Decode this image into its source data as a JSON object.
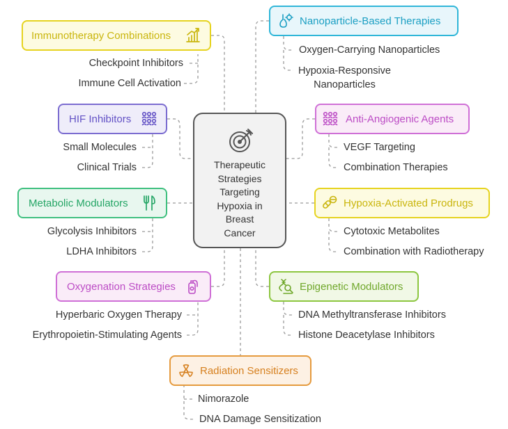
{
  "center": {
    "title_lines": [
      "Therapeutic",
      "Strategies",
      "Targeting",
      "Hypoxia in",
      "Breast",
      "Cancer"
    ],
    "icon": "target-arrow-icon"
  },
  "categories": {
    "immunotherapy": {
      "label": "Immunotherapy Combinations",
      "icon": "bar-chart-up-icon",
      "color": "#e6d31f",
      "items": [
        "Checkpoint Inhibitors",
        "Immune Cell Activation"
      ]
    },
    "hif": {
      "label": "HIF Inhibitors",
      "icon": "people-group-icon",
      "color": "#7b6cd0",
      "items": [
        "Small Molecules",
        "Clinical Trials"
      ]
    },
    "metabolic": {
      "label": "Metabolic Modulators",
      "icon": "fork-knife-icon",
      "color": "#3fc07f",
      "items": [
        "Glycolysis Inhibitors",
        "LDHA Inhibitors"
      ]
    },
    "oxygenation": {
      "label": "Oxygenation Strategies",
      "icon": "oxygen-tank-icon",
      "color": "#cf6fd6",
      "items": [
        "Hyperbaric Oxygen Therapy",
        "Erythropoietin-Stimulating Agents"
      ]
    },
    "radiation": {
      "label": "Radiation Sensitizers",
      "icon": "radiation-icon",
      "color": "#e59a3d",
      "items": [
        "Nimorazole",
        "DNA Damage Sensitization"
      ]
    },
    "nanoparticle": {
      "label": "Nanoparticle-Based Therapies",
      "icon": "atom-flask-icon",
      "color": "#2fb6d8",
      "items": [
        "Oxygen-Carrying Nanoparticles",
        "Hypoxia-Responsive",
        "Nanoparticles"
      ]
    },
    "antiangio": {
      "label": "Anti-Angiogenic Agents",
      "icon": "people-group-icon",
      "color": "#cf6fd6",
      "items": [
        "VEGF Targeting",
        "Combination Therapies"
      ]
    },
    "prodrugs": {
      "label": "Hypoxia-Activated Prodrugs",
      "icon": "pills-icon",
      "color": "#e6d31f",
      "items": [
        "Cytotoxic Metabolites",
        "Combination with Radiotherapy"
      ]
    },
    "epigenetic": {
      "label": "Epigenetic Modulators",
      "icon": "dna-microscope-icon",
      "color": "#8cc63f",
      "items": [
        "DNA Methyltransferase Inhibitors",
        "Histone Deacetylase Inhibitors"
      ]
    }
  }
}
